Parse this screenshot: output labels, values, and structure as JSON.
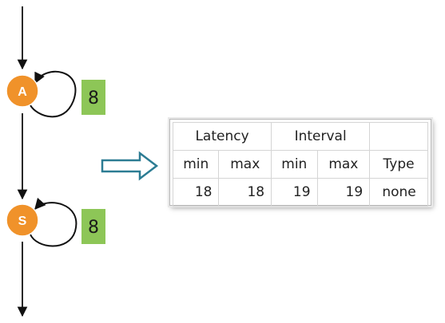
{
  "nodes": [
    {
      "id": "A",
      "label": "A",
      "latency_badge": "8"
    },
    {
      "id": "S",
      "label": "S",
      "latency_badge": "8"
    }
  ],
  "colors": {
    "node_fill": "#f0922a",
    "badge_fill": "#8dc657",
    "arrow_outline": "#2c7c93"
  },
  "table": {
    "group_headers": [
      "Latency",
      "Interval",
      ""
    ],
    "column_headers": [
      "min",
      "max",
      "min",
      "max",
      "Type"
    ],
    "rows": [
      [
        "18",
        "18",
        "19",
        "19",
        "none"
      ]
    ]
  }
}
